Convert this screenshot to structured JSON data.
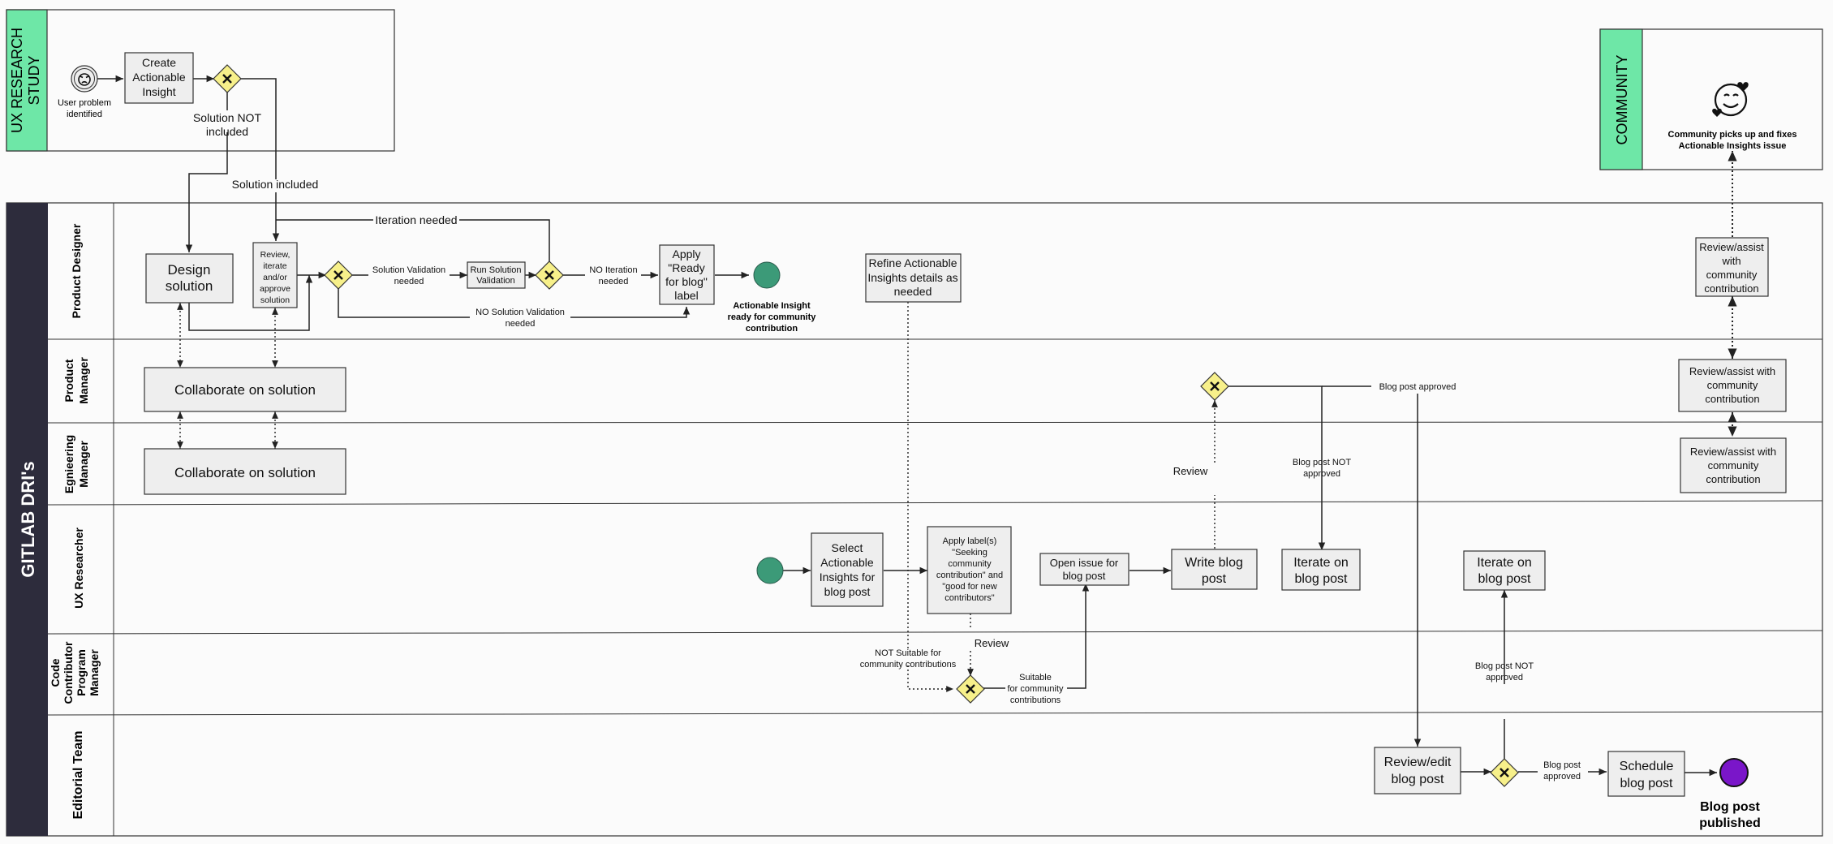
{
  "colors": {
    "pool_header": "#6ee7a7",
    "gitlab_band": "#2d2c3c",
    "box_fill": "#eeeeee",
    "gateway_fill": "#f7f08a",
    "start_event": "#3c9a78",
    "end_event": "#7a16c9"
  },
  "pools": {
    "ux_research": {
      "label_line1": "UX RESEARCH",
      "label_line2": "STUDY"
    },
    "community": {
      "label": "COMMUNITY"
    },
    "gitlab": {
      "label": "GITLAB DRI's"
    }
  },
  "lanes": {
    "product_designer": "Product Designer",
    "product_manager_1": "Product",
    "product_manager_2": "Manager",
    "engineering_manager_1": "Egnieering",
    "engineering_manager_2": "Manager",
    "ux_researcher": "UX Researcher",
    "code_contributor_1": "Code",
    "code_contributor_2": "Contributor",
    "code_contributor_3": "Program",
    "code_contributor_4": "Manager",
    "editorial_team": "Editorial Team"
  },
  "icons": {
    "user_problem": "frustrated-face-icon",
    "community": "heart-face-icon"
  },
  "events": {
    "user_problem_1": "User problem",
    "user_problem_2": "identified",
    "ready_1": "Actionable Insight",
    "ready_2": "ready for community",
    "ready_3": "contribution",
    "published_1": "Blog post",
    "published_2": "published",
    "community_fix_1": "Community picks up and fixes",
    "community_fix_2": "Actionable Insights issue"
  },
  "tasks": {
    "create_insight": [
      "Create",
      "Actionable",
      "Insight"
    ],
    "design_solution": [
      "Design",
      "solution"
    ],
    "review_iterate": [
      "Review,",
      "iterate",
      "and/or",
      "approve",
      "solution"
    ],
    "run_validation": [
      "Run Solution",
      "Validation"
    ],
    "apply_ready": [
      "Apply",
      "\"Ready",
      "for blog\"",
      "label"
    ],
    "refine_insights": [
      "Refine Actionable",
      "Insights details as",
      "needed"
    ],
    "collaborate_pm": "Collaborate on solution",
    "collaborate_em": "Collaborate on solution",
    "select_insights": [
      "Select",
      "Actionable",
      "Insights for",
      "blog post"
    ],
    "apply_labels": [
      "Apply label(s)",
      "\"Seeking",
      "community",
      "contribution\" and",
      "\"good for new",
      "contributors\""
    ],
    "open_issue": [
      "Open issue for",
      "blog post"
    ],
    "write_blog": [
      "Write blog",
      "post"
    ],
    "iterate_blog_1": [
      "Iterate on",
      "blog post"
    ],
    "iterate_blog_2": [
      "Iterate on",
      "blog post"
    ],
    "review_edit": [
      "Review/edit",
      "blog post"
    ],
    "schedule_blog": [
      "Schedule",
      "blog post"
    ],
    "review_assist_pd": [
      "Review/assist",
      "with",
      "community",
      "contribution"
    ],
    "review_assist_pm": [
      "Review/assist with",
      "community",
      "contribution"
    ],
    "review_assist_em": [
      "Review/assist with",
      "community",
      "contribution"
    ]
  },
  "flow_labels": {
    "solution_not_included": [
      "Solution NOT",
      "included"
    ],
    "solution_included": "Solution included",
    "iteration_needed": "Iteration needed",
    "solution_validation_needed": [
      "Solution Validation",
      "needed"
    ],
    "no_iteration_needed": [
      "NO Iteration",
      "needed"
    ],
    "no_solution_validation_needed": [
      "NO Solution Validation",
      "needed"
    ],
    "blog_post_approved_top": "Blog post approved",
    "review_pm": "Review",
    "blog_post_not_approved_top": [
      "Blog post NOT",
      "approved"
    ],
    "review_ccpm": "Review",
    "not_suitable": [
      "NOT Suitable for",
      "community contributions"
    ],
    "suitable": [
      "Suitable",
      "for community",
      "contributions"
    ],
    "blog_post_not_approved_bottom": [
      "Blog post NOT",
      "approved"
    ],
    "blog_post_approved_bottom": [
      "Blog post",
      "approved"
    ]
  }
}
